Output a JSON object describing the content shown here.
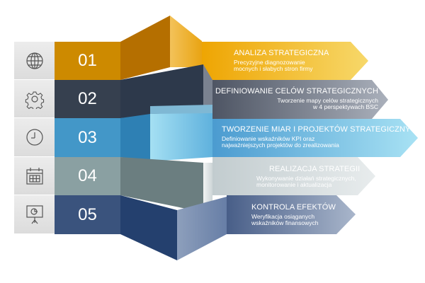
{
  "steps": [
    {
      "number": "01",
      "icon": "globe-icon",
      "title": "ANALIZA STRATEGICZNA",
      "desc1": "Precyzyjne diagnozowanie",
      "desc2": "mocnych i słabych stron firmy",
      "color": "#d08a0a"
    },
    {
      "number": "02",
      "icon": "gear-icon",
      "title": "DEFINIOWANIE CELÓW STRATEGICZNYCH",
      "desc1": "Tworzenie mapy celów strategicznych",
      "desc2": "w 4 perspektywach BSC",
      "color": "#36404f"
    },
    {
      "number": "03",
      "icon": "clock-icon",
      "title": "TWORZENIE MIAR I PROJEKTÓW STRATEGICZNYCH",
      "desc1": "Definiowanie wskaźników KPI oraz",
      "desc2": "najważniejszych projektów do zrealizowania",
      "color": "#4397c8"
    },
    {
      "number": "04",
      "icon": "calendar-icon",
      "title": "REALIZACJA STRATEGII",
      "desc1": "Wykonywanie działań strategicznych,",
      "desc2": "monitorowanie i aktualizacja",
      "color": "#8aa0a2"
    },
    {
      "number": "05",
      "icon": "presentation-chart-icon",
      "title": "KONTROLA EFEKTÓW",
      "desc1": "Weryfikacja osiąganych",
      "desc2": "wskaźników finansowych",
      "color": "#3a537d"
    }
  ]
}
